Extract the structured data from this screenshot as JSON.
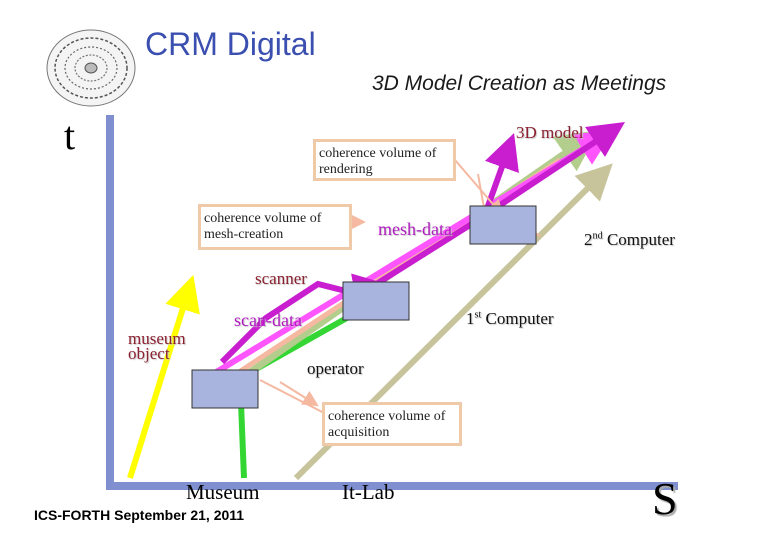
{
  "title": "CRM Digital",
  "subtitle": "3D Model Creation as Meetings",
  "axis_t": "t",
  "axis_s": "S",
  "footer": "ICS-FORTH September 21, 2011",
  "places": {
    "museum": "Museum",
    "itlab": "It-Lab"
  },
  "labels": {
    "model_3d": "3D model",
    "mesh_data": "mesh-data",
    "scanner": "scanner",
    "scan_data": "scan-data",
    "museum_object": "museum object",
    "operator": "operator",
    "second_computer_num": "2",
    "second_computer_sup": "nd",
    "second_computer_word": "Computer",
    "first_computer_num": "1",
    "first_computer_sup": "st",
    "first_computer_word": "Computer"
  },
  "boxes": {
    "rendering": "coherence volume of rendering",
    "mesh_creation": "coherence volume of mesh-creation",
    "acquisition": "coherence volume of acquisition"
  },
  "colors": {
    "axis": "#7f8fd0",
    "meeting_fill": "#a9b4de",
    "purple": "#c81ed0",
    "pink": "#ff55ff",
    "yellow": "#ffff00",
    "green": "#33d633",
    "khaki": "#c7c39a",
    "sage": "#b2cd8c",
    "salmon": "#f5b8a0",
    "box_border": "#f0c9a8"
  }
}
